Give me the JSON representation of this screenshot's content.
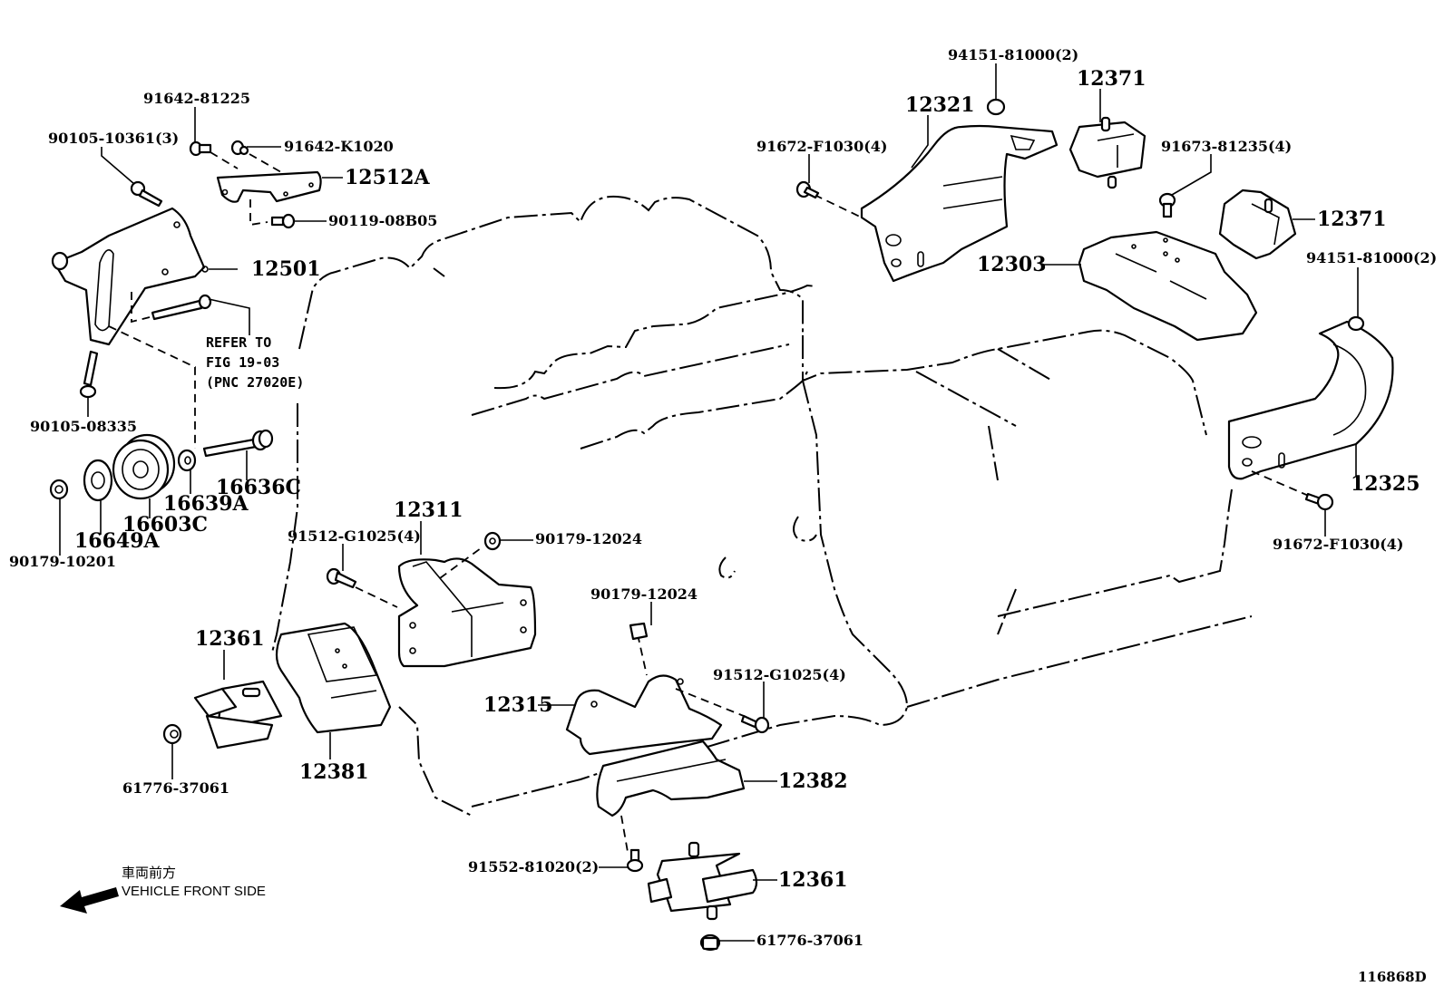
{
  "diagram": {
    "title": "Engine Mounting Parts Diagram",
    "figure_id": "116868D",
    "direction_note": {
      "japanese": "車両前方",
      "english": "VEHICLE FRONT SIDE"
    },
    "reference_note": {
      "line1": "REFER TO",
      "line2": "FIG 19-03",
      "line3": "(PNC 27020E)"
    },
    "callouts": [
      {
        "id": "c1",
        "part_number": "91642-81225"
      },
      {
        "id": "c2",
        "part_number": "90105-10361(3)"
      },
      {
        "id": "c3",
        "part_number": "91642-K1020"
      },
      {
        "id": "c4",
        "part_number": "12512A"
      },
      {
        "id": "c5",
        "part_number": "90119-08B05"
      },
      {
        "id": "c6",
        "part_number": "12501"
      },
      {
        "id": "c7",
        "part_number": "90105-08335"
      },
      {
        "id": "c8",
        "part_number": "16636C"
      },
      {
        "id": "c9",
        "part_number": "16639A"
      },
      {
        "id": "c10",
        "part_number": "16603C"
      },
      {
        "id": "c11",
        "part_number": "16649A"
      },
      {
        "id": "c12",
        "part_number": "90179-10201"
      },
      {
        "id": "c13",
        "part_number": "12311"
      },
      {
        "id": "c14",
        "part_number": "91512-G1025(4)"
      },
      {
        "id": "c15",
        "part_number": "90179-12024"
      },
      {
        "id": "c16",
        "part_number": "12361"
      },
      {
        "id": "c17",
        "part_number": "12381"
      },
      {
        "id": "c18",
        "part_number": "61776-37061"
      },
      {
        "id": "c19",
        "part_number": "90179-12024"
      },
      {
        "id": "c20",
        "part_number": "91512-G1025(4)"
      },
      {
        "id": "c21",
        "part_number": "12315"
      },
      {
        "id": "c22",
        "part_number": "12382"
      },
      {
        "id": "c23",
        "part_number": "91552-81020(2)"
      },
      {
        "id": "c24",
        "part_number": "12361"
      },
      {
        "id": "c25",
        "part_number": "61776-37061"
      },
      {
        "id": "c26",
        "part_number": "94151-81000(2)"
      },
      {
        "id": "c27",
        "part_number": "12321"
      },
      {
        "id": "c28",
        "part_number": "91672-F1030(4)"
      },
      {
        "id": "c29",
        "part_number": "12371"
      },
      {
        "id": "c30",
        "part_number": "91673-81235(4)"
      },
      {
        "id": "c31",
        "part_number": "12371"
      },
      {
        "id": "c32",
        "part_number": "12303"
      },
      {
        "id": "c33",
        "part_number": "94151-81000(2)"
      },
      {
        "id": "c34",
        "part_number": "12325"
      },
      {
        "id": "c35",
        "part_number": "91672-F1030(4)"
      }
    ]
  }
}
